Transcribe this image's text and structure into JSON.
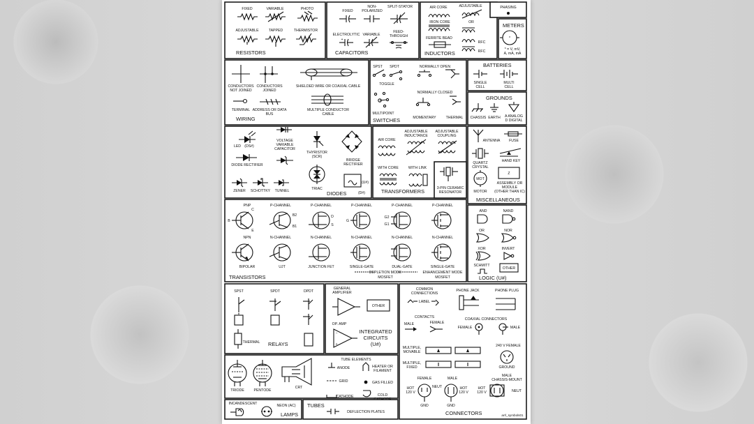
{
  "sections": {
    "resistors": {
      "title": "RESISTORS",
      "labels": [
        "FIXED",
        "VARIABLE",
        "PHOTO",
        "ADJUSTABLE",
        "TAPPED",
        "THERMISTOR"
      ]
    },
    "capacitors": {
      "title": "CAPACITORS",
      "labels": [
        "FIXED",
        "NON-",
        "POLARIZED",
        "SPLIT-STATOR",
        "ELECTROLYTIC",
        "VARIABLE",
        "FEED-",
        "THROUGH"
      ]
    },
    "inductors": {
      "title": "INDUCTORS",
      "labels": [
        "AIR CORE",
        "ADJUSTABLE",
        "PHASING",
        "IRON CORE",
        "OR",
        "FERRITE BEAD",
        "RFC",
        "RFC"
      ]
    },
    "meters": {
      "title": "METERS",
      "labels": [
        "* = V, mV,",
        "A, mA, mA"
      ]
    },
    "wiring": {
      "title": "WIRING",
      "labels": [
        "CONDUCTORS",
        "NOT JOINED",
        "CONDUCTORS",
        "JOINED",
        "SHIELDED WIRE OR COAXIAL CABLE",
        "TERMINAL",
        "ADDRESS OR DATA",
        "BUS",
        "MULTIPLE CONDUCTOR",
        "CABLE"
      ]
    },
    "switches": {
      "title": "SWITCHES",
      "labels": [
        "SPST",
        "SPDT",
        "NORMALLY OPEN",
        "TOGGLE",
        "NORMALLY CLOSED",
        "MULTIPOINT",
        "MOMENTARY",
        "THERMAL"
      ]
    },
    "batteries": {
      "title": "BATTERIES",
      "labels": [
        "SINGLE",
        "CELL",
        "MULTI",
        "CELL"
      ]
    },
    "grounds": {
      "title": "GROUNDS",
      "labels": [
        "CHASSIS",
        "EARTH",
        "A ANALOG",
        "D DIGITAL"
      ]
    },
    "diodes": {
      "title": "DIODES",
      "labels": [
        "LED",
        "(DS#)",
        "VOLTAGE",
        "VARIABLE",
        "CAPACITOR",
        "THYRISTOR",
        "(SCR)",
        "BRIDGE",
        "RECTIFIER",
        "DIODE RECTIFIER",
        "TRIAC",
        "ZENER",
        "SCHOTTKY",
        "TUNNEL",
        "(D#)",
        "(U#)"
      ]
    },
    "transformers": {
      "title": "TRANSFORMERS",
      "labels": [
        "AIR CORE",
        "ADJUSTABLE",
        "INDUCTANCE",
        "ADJUSTABLE",
        "COUPLING",
        "WITH CORE",
        "WITH LINK",
        "3-PIN CERAMIC",
        "RESONATOR"
      ]
    },
    "miscellaneous": {
      "title": "MISCELLANEOUS",
      "labels": [
        "ANTENNA",
        "FUSE",
        "QUARTZ",
        "CRYSTAL",
        "HAND KEY",
        "MOT",
        "MOTOR",
        "Z",
        "ASSEMBLY OR",
        "MODULE",
        "(OTHER THAN IC)"
      ]
    },
    "transistors": {
      "title": "TRANSISTORS",
      "labels": [
        "PNP",
        "P-CHANNEL",
        "P-CHANNEL",
        "P-CHANNEL",
        "P-CHANNEL",
        "P-CHANNEL",
        "NPN",
        "N-CHANNEL",
        "N-CHANNEL",
        "N-CHANNEL",
        "N-CHANNEL",
        "N-CHANNEL",
        "BIPOLAR",
        "UJT",
        "JUNCTION FET",
        "SINGLE-GATE",
        "DUAL-GATE",
        "SINGLE-GATE",
        "DEPLETION MODE",
        "ENHANCEMENT MODE",
        "MOSFET",
        "MOSFET",
        "B",
        "C",
        "E",
        "B2",
        "B1",
        "G",
        "D",
        "S",
        "G2",
        "G1"
      ]
    },
    "logic": {
      "title": "LOGIC  (U#)",
      "labels": [
        "AND",
        "NAND",
        "OR",
        "NOR",
        "XOR",
        "INVERT",
        "SCHMITT",
        "OTHER"
      ]
    },
    "relays": {
      "title": "RELAYS",
      "labels": [
        "SPST",
        "SPDT",
        "DPDT",
        "THERMAL"
      ]
    },
    "integrated": {
      "title": "INTEGRATED",
      "title2": "CIRCUITS",
      "title3": "(U#)",
      "labels": [
        "GENERAL",
        "AMPLIFIER",
        "OTHER",
        "OP. AMP"
      ]
    },
    "connectors": {
      "title": "CONNECTORS",
      "labels": [
        "COMMON",
        "CONNECTIONS",
        "LABEL",
        "PHONE JACK",
        "PHONE PLUG",
        "CONTACTS",
        "MALE",
        "FEMALE",
        "COAXIAL CONNECTORS",
        "FEMALE",
        "MALE",
        "MULTIPLE,",
        "MOVABLE",
        "MULTIPLE,",
        "FIXED",
        "240 V FEMALE",
        "GROUND",
        "MALE",
        "CHASSIS-MOUNT",
        "FEMALE",
        "MALE",
        "HOT",
        "NEUT",
        "120 V",
        "HOT",
        "120 V",
        "HOT",
        "120 V",
        "NEUT",
        "GND",
        "GND"
      ]
    },
    "tubes": {
      "title": "TUBES",
      "labels": [
        "TRIODE",
        "PENTODE",
        "CRT",
        "TUBE ELEMENTS",
        "ANODE",
        "HEATER OR",
        "FILAMENT",
        "GRID",
        "GAS FILLED",
        "CATHODE",
        "COLD",
        "CATHODE",
        "DEFLECTION PLATES"
      ]
    },
    "lamps": {
      "title": "LAMPS",
      "labels": [
        "INCANDESCENT",
        "NEON (AC)"
      ]
    }
  },
  "footer": "arrl_symbols01"
}
